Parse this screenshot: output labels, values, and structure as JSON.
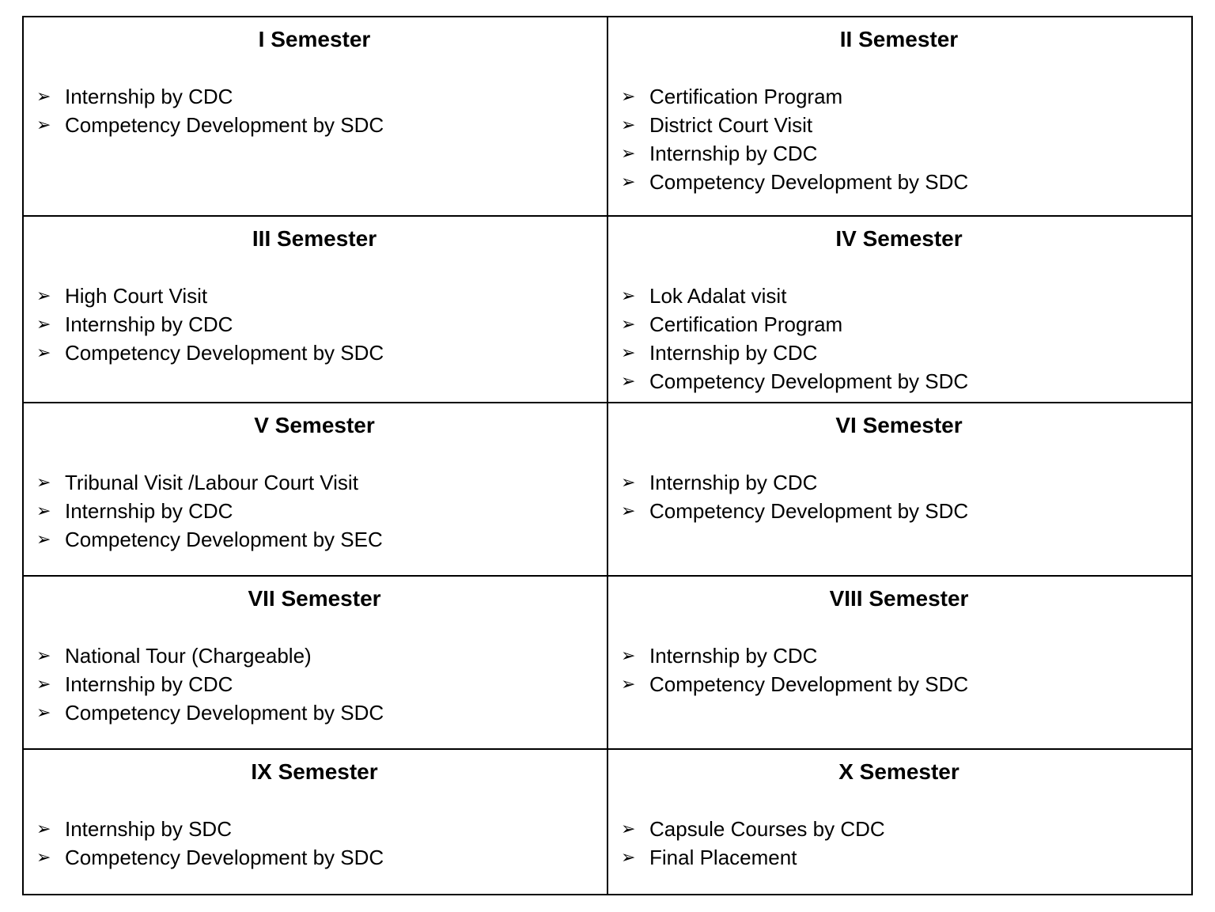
{
  "icons": {
    "arrowhead_bullet": "➢"
  },
  "table": {
    "rows": [
      {
        "cells": [
          {
            "title": "I Semester",
            "items": [
              "Internship by CDC",
              "Competency Development by SDC"
            ]
          },
          {
            "title": "II Semester",
            "items": [
              "Certification Program",
              "District Court Visit",
              "Internship by CDC",
              "Competency Development by SDC"
            ]
          }
        ]
      },
      {
        "cells": [
          {
            "title": "III Semester",
            "items": [
              "High Court Visit",
              "Internship by CDC",
              "Competency Development by SDC"
            ]
          },
          {
            "title": "IV Semester",
            "items": [
              "Lok Adalat visit",
              "Certification Program",
              "Internship by CDC",
              "Competency Development by SDC"
            ]
          }
        ]
      },
      {
        "cells": [
          {
            "title": "V Semester",
            "items": [
              "Tribunal Visit /Labour Court Visit",
              "Internship by CDC",
              "Competency Development by SEC"
            ]
          },
          {
            "title": "VI Semester",
            "items": [
              "Internship by CDC",
              "Competency Development by SDC"
            ]
          }
        ]
      },
      {
        "cells": [
          {
            "title": "VII Semester",
            "items": [
              "National Tour (Chargeable)",
              "Internship by CDC",
              "Competency Development by SDC"
            ]
          },
          {
            "title": "VIII Semester",
            "items": [
              "Internship by CDC",
              "Competency Development by SDC"
            ]
          }
        ]
      },
      {
        "cells": [
          {
            "title": "IX Semester",
            "items": [
              "Internship by SDC",
              "Competency Development by SDC"
            ]
          },
          {
            "title": "X Semester",
            "items": [
              "Capsule Courses by CDC",
              "Final Placement"
            ]
          }
        ]
      }
    ]
  }
}
